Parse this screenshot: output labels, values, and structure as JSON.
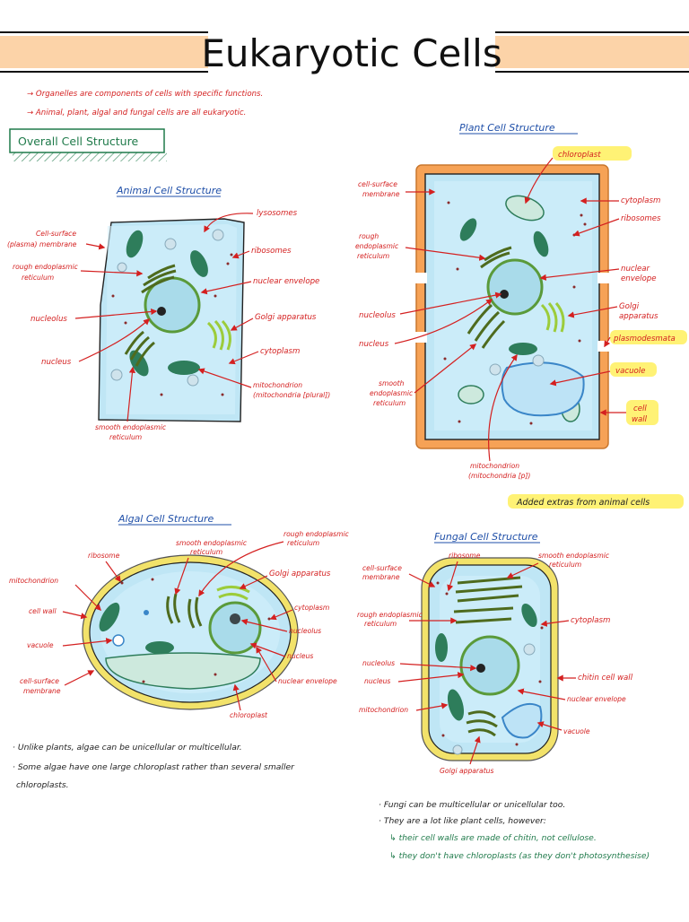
{
  "title": "Eukaryotic Cells",
  "intro": [
    "→ Organelles are components of cells with specific functions.",
    "→ Animal, plant, algal and fungal cells are all eukaryotic."
  ],
  "overall_heading": "Overall Cell Structure",
  "animal": {
    "title": "Animal Cell Structure",
    "labels": {
      "lysosomes": "lysosomes",
      "ribosomes": "ribosomes",
      "membrane_1": "Cell-surface",
      "membrane_2": "(plasma) membrane",
      "rer_1": "rough endoplasmic",
      "rer_2": "reticulum",
      "nuclear_envelope": "nuclear envelope",
      "nucleolus": "nucleolus",
      "golgi": "Golgi apparatus",
      "cytoplasm": "cytoplasm",
      "nucleus": "nucleus",
      "mito_1": "mitochondrion",
      "mito_2": "(mitochondria [plural])",
      "ser_1": "smooth endoplasmic",
      "ser_2": "reticulum"
    }
  },
  "plant": {
    "title": "Plant Cell Structure",
    "labels": {
      "chloroplast": "chloroplast",
      "membrane_1": "cell-surface",
      "membrane_2": "membrane",
      "cytoplasm": "cytoplasm",
      "ribosomes": "ribosomes",
      "rer_1": "rough",
      "rer_2": "endoplasmic",
      "rer_3": "reticulum",
      "nuclear_envelope_1": "nuclear",
      "nuclear_envelope_2": "envelope",
      "nucleolus": "nucleolus",
      "golgi_1": "Golgi",
      "golgi_2": "apparatus",
      "nucleus": "nucleus",
      "plasmodesmata": "plasmodesmata",
      "ser_1": "smooth",
      "ser_2": "endoplasmic",
      "ser_3": "reticulum",
      "vacuole": "vacuole",
      "cell_wall_1": "cell",
      "cell_wall_2": "wall",
      "mito_1": "mitochondrion",
      "mito_2": "(mitochondria [p])"
    },
    "note": "Added extras from animal cells"
  },
  "algal": {
    "title": "Algal Cell Structure",
    "labels": {
      "ribosome": "ribosome",
      "ser_1": "smooth endoplasmic",
      "ser_2": "reticulum",
      "rer_1": "rough endoplasmic",
      "rer_2": "reticulum",
      "mitochondrion": "mitochondrion",
      "golgi": "Golgi apparatus",
      "cell_wall": "cell wall",
      "cytoplasm": "cytoplasm",
      "nucleolus": "nucleolus",
      "vacuole": "vacuole",
      "nucleus": "nucleus",
      "membrane_1": "cell-surface",
      "membrane_2": "membrane",
      "nuclear_envelope": "nuclear envelope",
      "chloroplast": "chloroplast"
    },
    "notes": [
      "· Unlike plants, algae can be unicellular or multicellular.",
      "· Some algae have one large chloroplast rather than several smaller",
      "chloroplasts."
    ]
  },
  "fungal": {
    "title": "Fungal Cell Structure",
    "labels": {
      "ribosome": "ribosome",
      "membrane_1": "cell-surface",
      "membrane_2": "membrane",
      "ser_1": "smooth endoplasmic",
      "ser_2": "reticulum",
      "rer_1": "rough endoplasmic",
      "rer_2": "reticulum",
      "cytoplasm": "cytoplasm",
      "nucleolus": "nucleolus",
      "nucleus": "nucleus",
      "chitin_wall": "chitin cell wall",
      "nuclear_envelope": "nuclear envelope",
      "mitochondrion": "mitochondrion",
      "vacuole": "vacuole",
      "golgi": "Golgi apparatus"
    },
    "notes": [
      "· Fungi can be multicellular or unicellular too.",
      "· They are a lot like plant cells, however:",
      "↳ their cell walls are made of chitin, not cellulose.",
      "↳ they don't have chloroplasts (as they don't photosynthesise)"
    ]
  },
  "colors": {
    "label_red": "#d42020",
    "title_blue": "#1f4fa8",
    "highlight_yellow": "#fff275",
    "heading_green": "#1f7a4a",
    "cell_blue": "#bfe6f5",
    "nucleus_blue": "#a9dbea",
    "organelle_green": "#6aa84f",
    "cell_wall_orange": "#f6a256",
    "title_bar_peach": "#fcd3a8"
  }
}
